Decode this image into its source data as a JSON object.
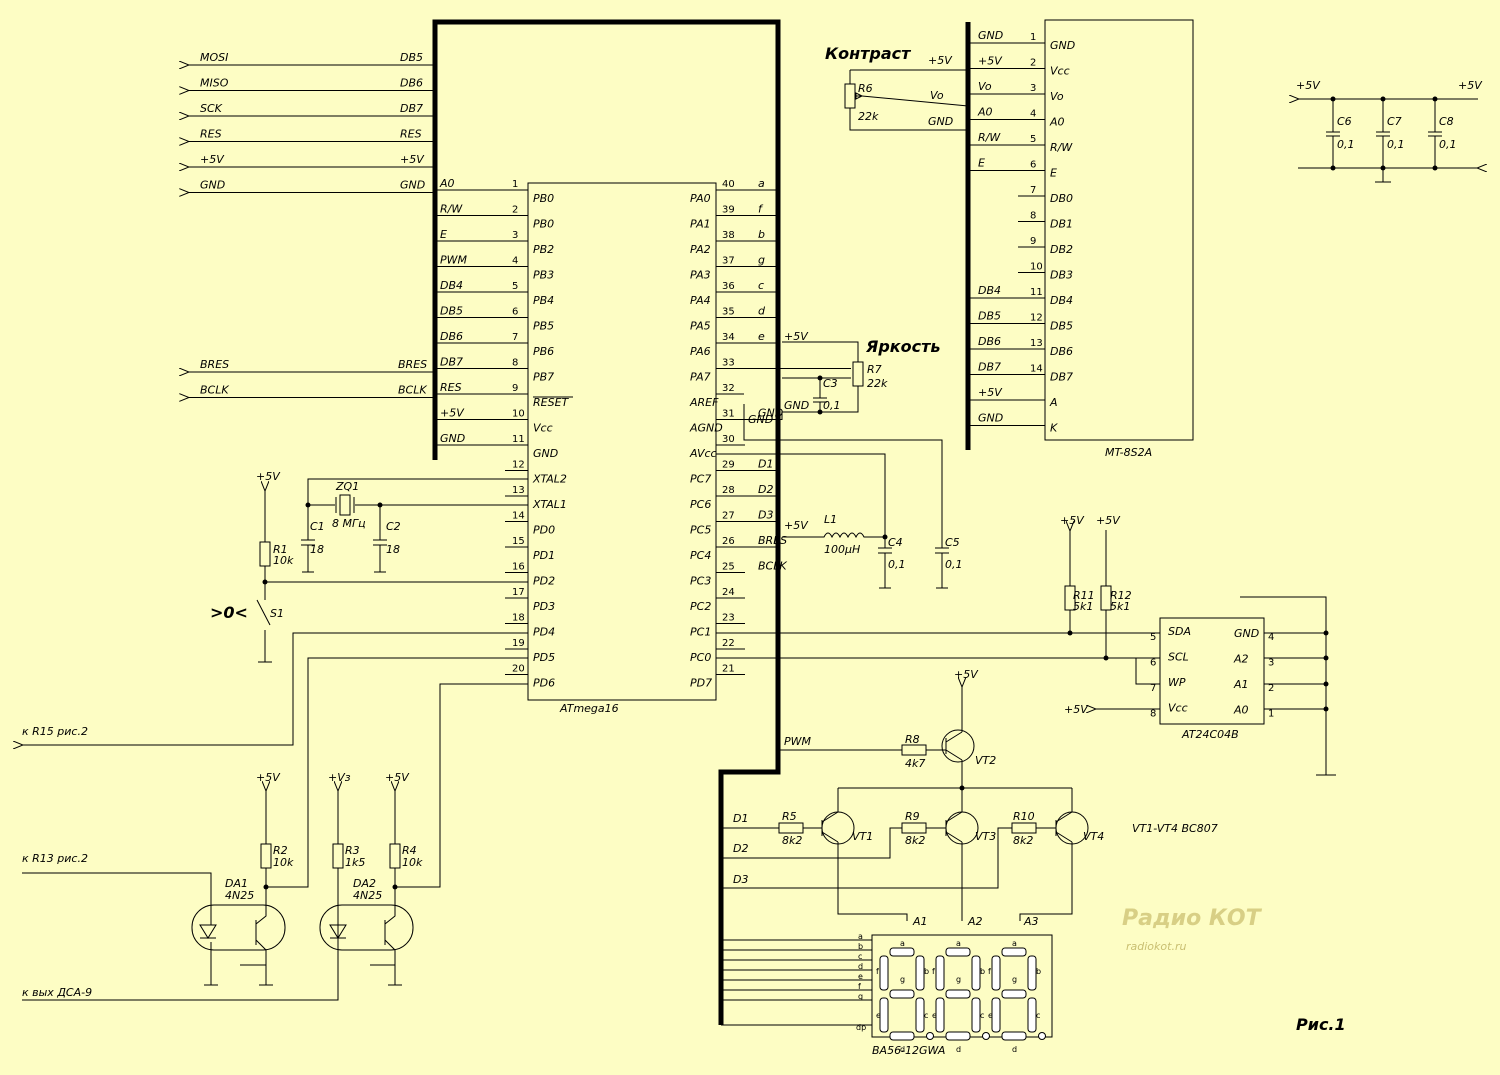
{
  "figure": "Рис.1",
  "watermark": {
    "logo": "Радио КОТ",
    "url": "radiokot.ru"
  },
  "mcu": {
    "name": "ATmega16",
    "left_pins": [
      {
        "num": "1",
        "name": "PB0",
        "net": "A0"
      },
      {
        "num": "2",
        "name": "PB0",
        "net": "R/W"
      },
      {
        "num": "3",
        "name": "PB2",
        "net": "E"
      },
      {
        "num": "4",
        "name": "PB3",
        "net": "PWM"
      },
      {
        "num": "5",
        "name": "PB4",
        "net": "DB4"
      },
      {
        "num": "6",
        "name": "PB5",
        "net": "DB5"
      },
      {
        "num": "7",
        "name": "PB6",
        "net": "DB6"
      },
      {
        "num": "8",
        "name": "PB7",
        "net": "DB7"
      },
      {
        "num": "9",
        "name": "RESET",
        "net": "RES"
      },
      {
        "num": "10",
        "name": "Vcc",
        "net": "+5V"
      },
      {
        "num": "11",
        "name": "GND",
        "net": "GND"
      },
      {
        "num": "12",
        "name": "XTAL2",
        "net": ""
      },
      {
        "num": "13",
        "name": "XTAL1",
        "net": ""
      },
      {
        "num": "14",
        "name": "PD0",
        "net": ""
      },
      {
        "num": "15",
        "name": "PD1",
        "net": ""
      },
      {
        "num": "16",
        "name": "PD2",
        "net": ""
      },
      {
        "num": "17",
        "name": "PD3",
        "net": ""
      },
      {
        "num": "18",
        "name": "PD4",
        "net": ""
      },
      {
        "num": "19",
        "name": "PD5",
        "net": ""
      },
      {
        "num": "20",
        "name": "PD6",
        "net": ""
      }
    ],
    "right_pins": [
      {
        "num": "40",
        "name": "PA0",
        "net": "a"
      },
      {
        "num": "39",
        "name": "PA1",
        "net": "f"
      },
      {
        "num": "38",
        "name": "PA2",
        "net": "b"
      },
      {
        "num": "37",
        "name": "PA3",
        "net": "g"
      },
      {
        "num": "36",
        "name": "PA4",
        "net": "c"
      },
      {
        "num": "35",
        "name": "PA5",
        "net": "d"
      },
      {
        "num": "34",
        "name": "PA6",
        "net": "e"
      },
      {
        "num": "33",
        "name": "PA7",
        "net": ""
      },
      {
        "num": "32",
        "name": "AREF",
        "net": ""
      },
      {
        "num": "31",
        "name": "AGND",
        "net": "GND"
      },
      {
        "num": "30",
        "name": "AVcc",
        "net": ""
      },
      {
        "num": "29",
        "name": "PC7",
        "net": "D1"
      },
      {
        "num": "28",
        "name": "PC6",
        "net": "D2"
      },
      {
        "num": "27",
        "name": "PC5",
        "net": "D3"
      },
      {
        "num": "26",
        "name": "PC4",
        "net": "BRES"
      },
      {
        "num": "25",
        "name": "PC3",
        "net": "BCLK"
      },
      {
        "num": "24",
        "name": "PC2",
        "net": ""
      },
      {
        "num": "23",
        "name": "PC1",
        "net": ""
      },
      {
        "num": "22",
        "name": "PC0",
        "net": ""
      },
      {
        "num": "21",
        "name": "PD7",
        "net": ""
      }
    ]
  },
  "connector": [
    {
      "ext": "MOSI",
      "bus": "DB5"
    },
    {
      "ext": "MISO",
      "bus": "DB6"
    },
    {
      "ext": "SCK",
      "bus": "DB7"
    },
    {
      "ext": "RES",
      "bus": "RES"
    },
    {
      "ext": "+5V",
      "bus": "+5V"
    },
    {
      "ext": "GND",
      "bus": "GND"
    }
  ],
  "connector2": [
    {
      "ext": "BRES",
      "bus": "BRES"
    },
    {
      "ext": "BCLK",
      "bus": "BCLK"
    }
  ],
  "lcd": {
    "name": "MT-8S2A",
    "pins": [
      {
        "num": "1",
        "name": "GND",
        "net": "GND"
      },
      {
        "num": "2",
        "name": "Vcc",
        "net": "+5V"
      },
      {
        "num": "3",
        "name": "Vo",
        "net": "Vo"
      },
      {
        "num": "4",
        "name": "A0",
        "net": "A0"
      },
      {
        "num": "5",
        "name": "R/W",
        "net": "R/W"
      },
      {
        "num": "6",
        "name": "E",
        "net": "E"
      },
      {
        "num": "7",
        "name": "DB0",
        "net": ""
      },
      {
        "num": "8",
        "name": "DB1",
        "net": ""
      },
      {
        "num": "9",
        "name": "DB2",
        "net": ""
      },
      {
        "num": "10",
        "name": "DB3",
        "net": ""
      },
      {
        "num": "11",
        "name": "DB4",
        "net": "DB4"
      },
      {
        "num": "12",
        "name": "DB5",
        "net": "DB5"
      },
      {
        "num": "13",
        "name": "DB6",
        "net": "DB6"
      },
      {
        "num": "14",
        "name": "DB7",
        "net": "DB7"
      },
      {
        "num": "",
        "name": "A",
        "net": "+5V"
      },
      {
        "num": "",
        "name": "K",
        "net": "GND"
      }
    ]
  },
  "eeprom": {
    "name": "AT24C04B",
    "left": [
      {
        "num": "5",
        "name": "SDA"
      },
      {
        "num": "6",
        "name": "SCL"
      },
      {
        "num": "7",
        "name": "WP"
      },
      {
        "num": "8",
        "name": "Vcc"
      }
    ],
    "right": [
      {
        "num": "4",
        "name": "GND"
      },
      {
        "num": "3",
        "name": "A2"
      },
      {
        "num": "2",
        "name": "A1"
      },
      {
        "num": "1",
        "name": "A0"
      }
    ]
  },
  "labels": {
    "contrast": "Контраст",
    "brightness": "Яркость",
    "r6": "R6",
    "r6v": "22k",
    "r7": "R7",
    "r7v": "22k",
    "vo": "Vo",
    "gnd": "GND",
    "p5v": "+5V",
    "pvz": "+Vз",
    "c3": "C3",
    "c3v": "0,1",
    "c4": "C4",
    "c4v": "0,1",
    "c5": "C5",
    "c5v": "0,1",
    "c6": "C6",
    "c7": "C7",
    "c8": "C8",
    "cv": "0,1",
    "l1": "L1",
    "l1v": "100µH",
    "zq1": "ZQ1",
    "zq1v": "8 МГц",
    "c1": "C1",
    "c1v": "18",
    "c2": "C2",
    "c2v": "18",
    "r1": "R1",
    "r1v": "10k",
    "s1": "S1",
    "zero": ">0<",
    "r11": "R11",
    "r11v": "5k1",
    "r12": "R12",
    "r12v": "5k1",
    "pwm": "PWM",
    "r8": "R8",
    "r8v": "4k7",
    "vt2": "VT2",
    "r5": "R5",
    "r5v": "8k2",
    "vt1": "VT1",
    "r9": "R9",
    "r9v": "8k2",
    "vt3": "VT3",
    "r10": "R10",
    "r10v": "8k2",
    "vt4": "VT4",
    "vtnote": "VT1-VT4 BC807",
    "d1": "D1",
    "d2": "D2",
    "d3": "D3",
    "a1": "A1",
    "a2": "A2",
    "a3": "A3",
    "disp": "BA56-12GWA",
    "r15": "к R15 рис.2",
    "r13": "к R13 рис.2",
    "dsa": "к вых ДСА-9",
    "r2": "R2",
    "r2v": "10k",
    "r3": "R3",
    "r3v": "1k5",
    "r4": "R4",
    "r4v": "10k",
    "da1": "DA1",
    "da1v": "4N25",
    "da2": "DA2",
    "da2v": "4N25",
    "dp": "dp"
  },
  "segments": [
    "a",
    "b",
    "c",
    "d",
    "e",
    "f",
    "g"
  ]
}
